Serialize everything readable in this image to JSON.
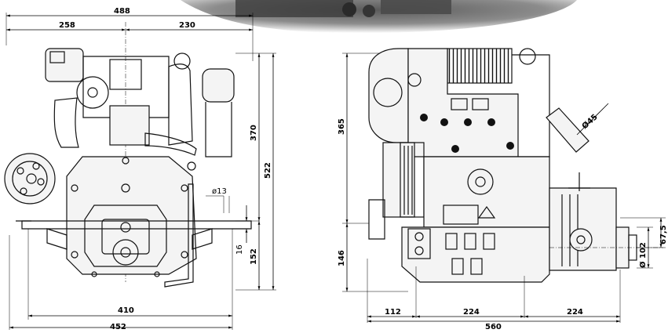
{
  "front_view": {
    "dimensions": {
      "overall_width_top": "488",
      "left_half": "258",
      "right_half": "230",
      "bottom_width": "410",
      "base_width": "452",
      "height_total": "522",
      "height_upper": "370",
      "height_lower": "152",
      "small_offset": "16",
      "bolt_hole": "ø13"
    }
  },
  "side_view": {
    "dimensions": {
      "height_upper": "365",
      "height_lower": "146",
      "length_front": "112",
      "length_mid": "224",
      "length_rear": "224",
      "length_total": "560",
      "shaft_height": "67,5",
      "flange_diameter": "Ø 102",
      "exhaust_diameter": "Ø45"
    }
  },
  "colors": {
    "line": "#000000",
    "photo_shadow": "#7a7a7a"
  }
}
